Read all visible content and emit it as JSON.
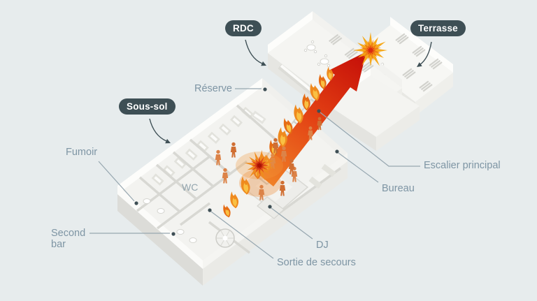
{
  "scene": {
    "description": "Isometric cutaway diagram of a nightclub fire spreading from the basement up the main staircase to the terrace",
    "badges": [
      {
        "id": "rdc",
        "label": "RDC"
      },
      {
        "id": "terrasse",
        "label": "Terrasse"
      },
      {
        "id": "sous-sol",
        "label": "Sous-sol"
      }
    ],
    "annotations": [
      {
        "id": "reserve",
        "label": "Réserve"
      },
      {
        "id": "fumoir",
        "label": "Fumoir"
      },
      {
        "id": "wc",
        "label": "WC"
      },
      {
        "id": "second-bar",
        "label": "Second bar"
      },
      {
        "id": "sortie-de-secours",
        "label": "Sortie de secours"
      },
      {
        "id": "dj",
        "label": "DJ"
      },
      {
        "id": "bureau",
        "label": "Bureau"
      },
      {
        "id": "escalier-principal",
        "label": "Escalier principal"
      }
    ],
    "colors": {
      "background": "#e7eced",
      "badge_bg": "#3e4f55",
      "badge_text": "#ffffff",
      "label_text": "#7e95a4",
      "leader_line": "#97a7b0",
      "leader_dot": "#3e4f55",
      "floor_white": "#f3f3f0",
      "wall_grey": "#d8d8d3",
      "arrow_orange": "#f08026",
      "arrow_red": "#c40d08",
      "flame_orange": "#ef8a1e",
      "fire_yellow": "#f6a513",
      "fire_red": "#da2a12",
      "people_orange": "#dc8348"
    }
  }
}
